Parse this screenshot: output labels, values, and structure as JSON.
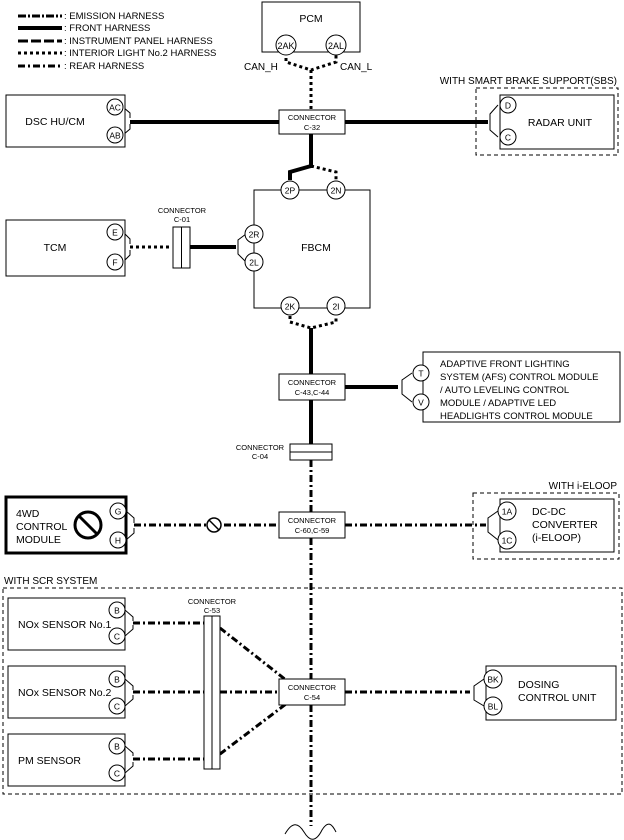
{
  "legend": {
    "emission": ": EMISSION HARNESS",
    "front": ": FRONT HARNESS",
    "instrument": ": INSTRUMENT PANEL HARNESS",
    "interior": ": INTERIOR LIGHT No.2 HARNESS",
    "rear": ": REAR HARNESS"
  },
  "pcm": {
    "label": "PCM",
    "pin_left": "2AK",
    "pin_right": "2AL",
    "can_h": "CAN_H",
    "can_l": "CAN_L"
  },
  "dsc": {
    "label": "DSC HU/CM",
    "pin_top": "AC",
    "pin_bottom": "AB"
  },
  "sbs": {
    "group_label": "WITH SMART BRAKE SUPPORT(SBS)",
    "label": "RADAR UNIT",
    "pin_top": "D",
    "pin_bottom": "C"
  },
  "c32": {
    "line1": "CONNECTOR",
    "line2": "C-32"
  },
  "tcm": {
    "label": "TCM",
    "pin_top": "E",
    "pin_bottom": "F"
  },
  "c01": {
    "line1": "CONNECTOR",
    "line2": "C-01"
  },
  "fbcm": {
    "label": "FBCM",
    "pin_2p": "2P",
    "pin_2n": "2N",
    "pin_2r": "2R",
    "pin_2l": "2L",
    "pin_2k": "2K",
    "pin_2i": "2I"
  },
  "c43": {
    "line1": "CONNECTOR",
    "line2": "C-43,C-44"
  },
  "afs": {
    "line1": "ADAPTIVE FRONT LIGHTING",
    "line2": "SYSTEM (AFS) CONTROL MODULE",
    "line3": "/ AUTO LEVELING CONTROL",
    "line4": "MODULE / ADAPTIVE LED",
    "line5": "HEADLIGHTS CONTROL MODULE",
    "pin_top": "T",
    "pin_bottom": "V"
  },
  "c04": {
    "line1": "CONNECTOR",
    "line2": "C-04"
  },
  "awd": {
    "line1": "4WD",
    "line2": "CONTROL",
    "line3": "MODULE",
    "pin_top": "G",
    "pin_bottom": "H"
  },
  "c60": {
    "line1": "CONNECTOR",
    "line2": "C-60,C-59"
  },
  "eloop": {
    "group_label": "WITH i-ELOOP",
    "line1": "DC-DC",
    "line2": "CONVERTER",
    "line3": "(i-ELOOP)",
    "pin_top": "1A",
    "pin_bottom": "1C"
  },
  "scr": {
    "group_label": "WITH SCR SYSTEM"
  },
  "nox1": {
    "label": "NOx SENSOR No.1",
    "pin_top": "B",
    "pin_bottom": "C"
  },
  "nox2": {
    "label": "NOx SENSOR No.2",
    "pin_top": "B",
    "pin_bottom": "C"
  },
  "pm": {
    "label": "PM SENSOR",
    "pin_top": "B",
    "pin_bottom": "C"
  },
  "c53": {
    "line1": "CONNECTOR",
    "line2": "C-53"
  },
  "c54": {
    "line1": "CONNECTOR",
    "line2": "C-54"
  },
  "dosing": {
    "line1": "DOSING",
    "line2": "CONTROL UNIT",
    "pin_top": "BK",
    "pin_bottom": "BL"
  }
}
